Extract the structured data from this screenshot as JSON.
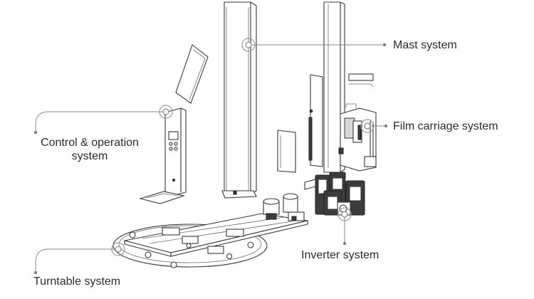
{
  "callouts": {
    "mast": "Mast system",
    "film_carriage": "Film carriage system",
    "control_line1": "Control & operation",
    "control_line2": "system",
    "inverter": "Inverter system",
    "turntable": "Turntable system"
  },
  "colors": {
    "sketch_stroke": "#3a3a3a",
    "leader_line": "#8a8a8a",
    "label_text": "#2b2b2b",
    "background": "#ffffff"
  }
}
